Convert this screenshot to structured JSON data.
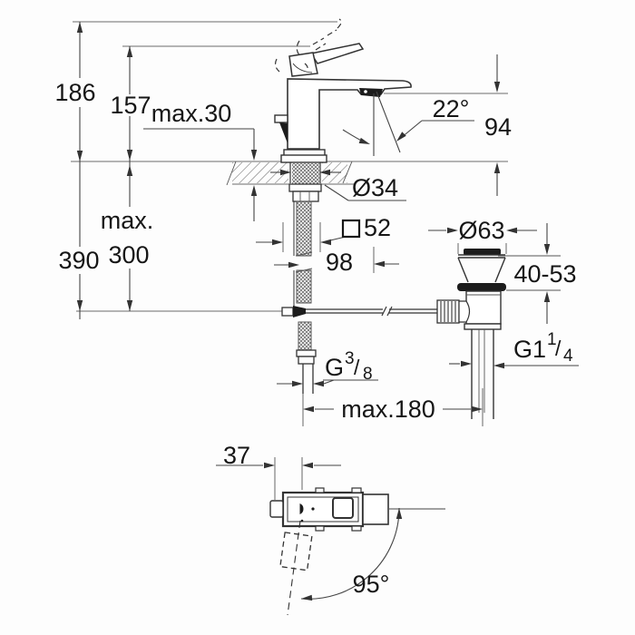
{
  "drawing": {
    "labels": {
      "height_above_deck": "186",
      "height_to_lever_line": "157",
      "max_deck_thickness": "max.30",
      "spout_angle": "22°",
      "outlet_height": "94",
      "hole_diameter": "Ø34",
      "base_square_size": "52",
      "max_word": "max.",
      "max_below_deck": "300",
      "overall_height": "390",
      "spout_projection": "98",
      "waste_flange_diameter": "Ø63",
      "waste_clamping_range": "40-53",
      "supply_thread": {
        "prefix": "G",
        "numerator": "3",
        "slash": "/",
        "denominator": "8"
      },
      "waste_thread": {
        "prefix": "G1",
        "numerator": "1",
        "slash": "/",
        "denominator": "4"
      },
      "max_waste_distance": "max.180",
      "handle_offset": "37",
      "handle_swing_angle": "95°"
    },
    "colors": {
      "line": "#333333",
      "dimension_line": "#444444",
      "text": "#161616",
      "dark_fill": "#1c1c1c",
      "background": "#fdfdfd"
    }
  }
}
